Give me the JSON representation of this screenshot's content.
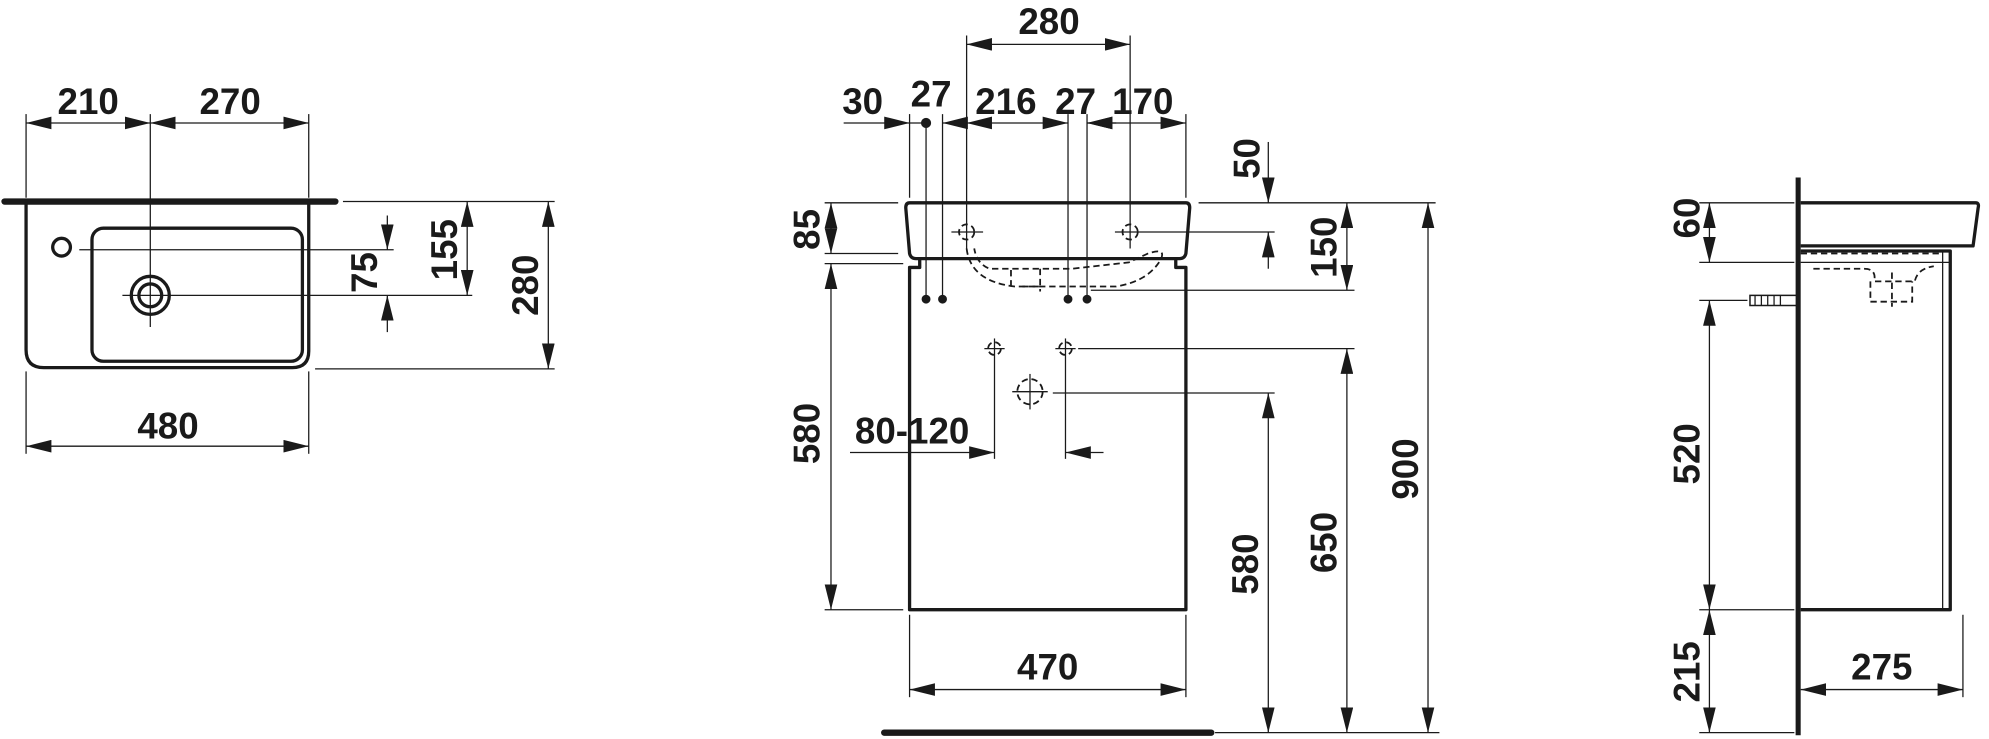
{
  "top_view": {
    "dims": {
      "d210": "210",
      "d270": "270",
      "d480": "480",
      "d75": "75",
      "d155": "155",
      "d280": "280"
    }
  },
  "front_view": {
    "dims": {
      "d280": "280",
      "d30": "30",
      "d27a": "27",
      "d216": "216",
      "d27b": "27",
      "d170": "170",
      "d50": "50",
      "d150": "150",
      "d85": "85",
      "d580a": "580",
      "d80_120": "80-120",
      "d580b": "580",
      "d650": "650",
      "d900": "900",
      "d470": "470"
    }
  },
  "side_view": {
    "dims": {
      "d60": "60",
      "d520": "520",
      "d215": "215",
      "d275": "275"
    }
  }
}
